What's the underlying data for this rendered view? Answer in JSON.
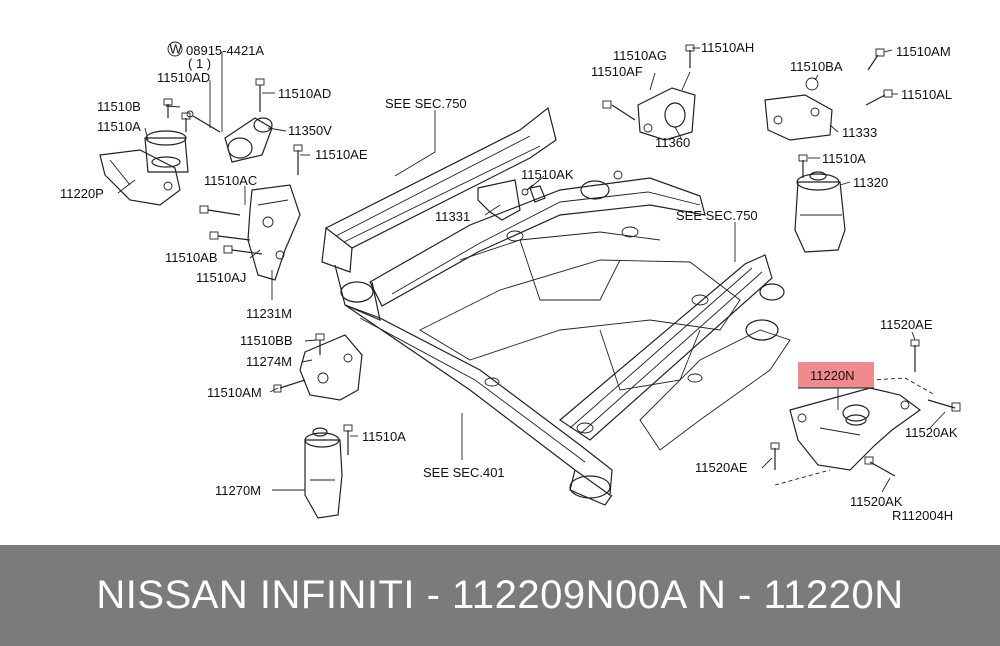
{
  "labels": {
    "washer_callout": "W",
    "p08915": "08915-4421A",
    "p08915_qty": "( 1 )",
    "p11510AD_a": "11510AD",
    "p11510AD_b": "11510AD",
    "p11510B": "11510B",
    "p11510A_left": "11510A",
    "p11350V": "11350V",
    "p11510AE_top": "11510AE",
    "p11220P": "11220P",
    "p11510AC": "11510AC",
    "p11510AB": "11510AB",
    "p11510AJ": "11510AJ",
    "p11231M": "11231M",
    "p11510BB": "11510BB",
    "p11274M": "11274M",
    "p11510AM_left": "11510AM",
    "p11510A_bottom": "11510A",
    "p11270M": "11270M",
    "see_sec_750_left": "SEE SEC.750",
    "see_sec_750_right": "SEE SEC.750",
    "see_sec_401": "SEE SEC.401",
    "p11331": "11331",
    "p11510AK_mid": "11510AK",
    "p11510AG": "11510AG",
    "p11510AH": "11510AH",
    "p11510AF": "11510AF",
    "p11360": "11360",
    "p11510BA": "11510BA",
    "p11510AM_right": "11510AM",
    "p11510AL": "11510AL",
    "p11333": "11333",
    "p11510A_right": "11510A",
    "p11320": "11320",
    "p11520AE_a": "11520AE",
    "p11220N": "11220N",
    "p11520AK_a": "11520AK",
    "p11520AE_b": "11520AE",
    "p11520AK_b": "11520AK",
    "ref_code": "R112004H"
  },
  "footer_text": "NISSAN  INFINITI - 112209N00A     N - 11220N",
  "colors": {
    "highlight": "#f08a8f",
    "footer_bg": "#7b7b7b",
    "footer_fg": "#ffffff",
    "line": "#222222"
  }
}
